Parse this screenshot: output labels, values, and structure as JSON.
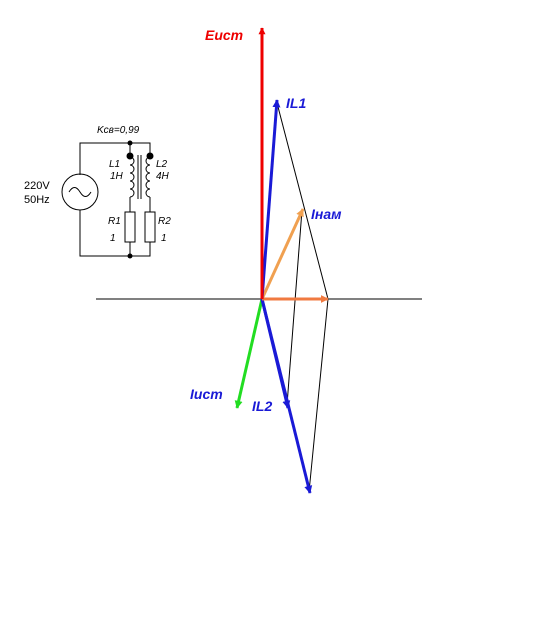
{
  "vectors": {
    "E_label": "Euст",
    "IL1_label": "IL1",
    "Inam_label": "Iнам",
    "Iust_label": "Iuст",
    "IL2_label": "IL2"
  },
  "colors": {
    "E": "#ee0000",
    "IL": "#1a1ad6",
    "Inam": "#f0a050",
    "Iact": "#f07a40",
    "Iust": "#22dd22",
    "axis": "#000000"
  },
  "circuit": {
    "coupling": "Kсв=0,99",
    "source_voltage": "220V",
    "source_freq": "50Hz",
    "L1_name": "L1",
    "L1_value": "1H",
    "L2_name": "L2",
    "L2_value": "4H",
    "R1_name": "R1",
    "R1_value": "1",
    "R2_name": "R2",
    "R2_value": "1"
  }
}
